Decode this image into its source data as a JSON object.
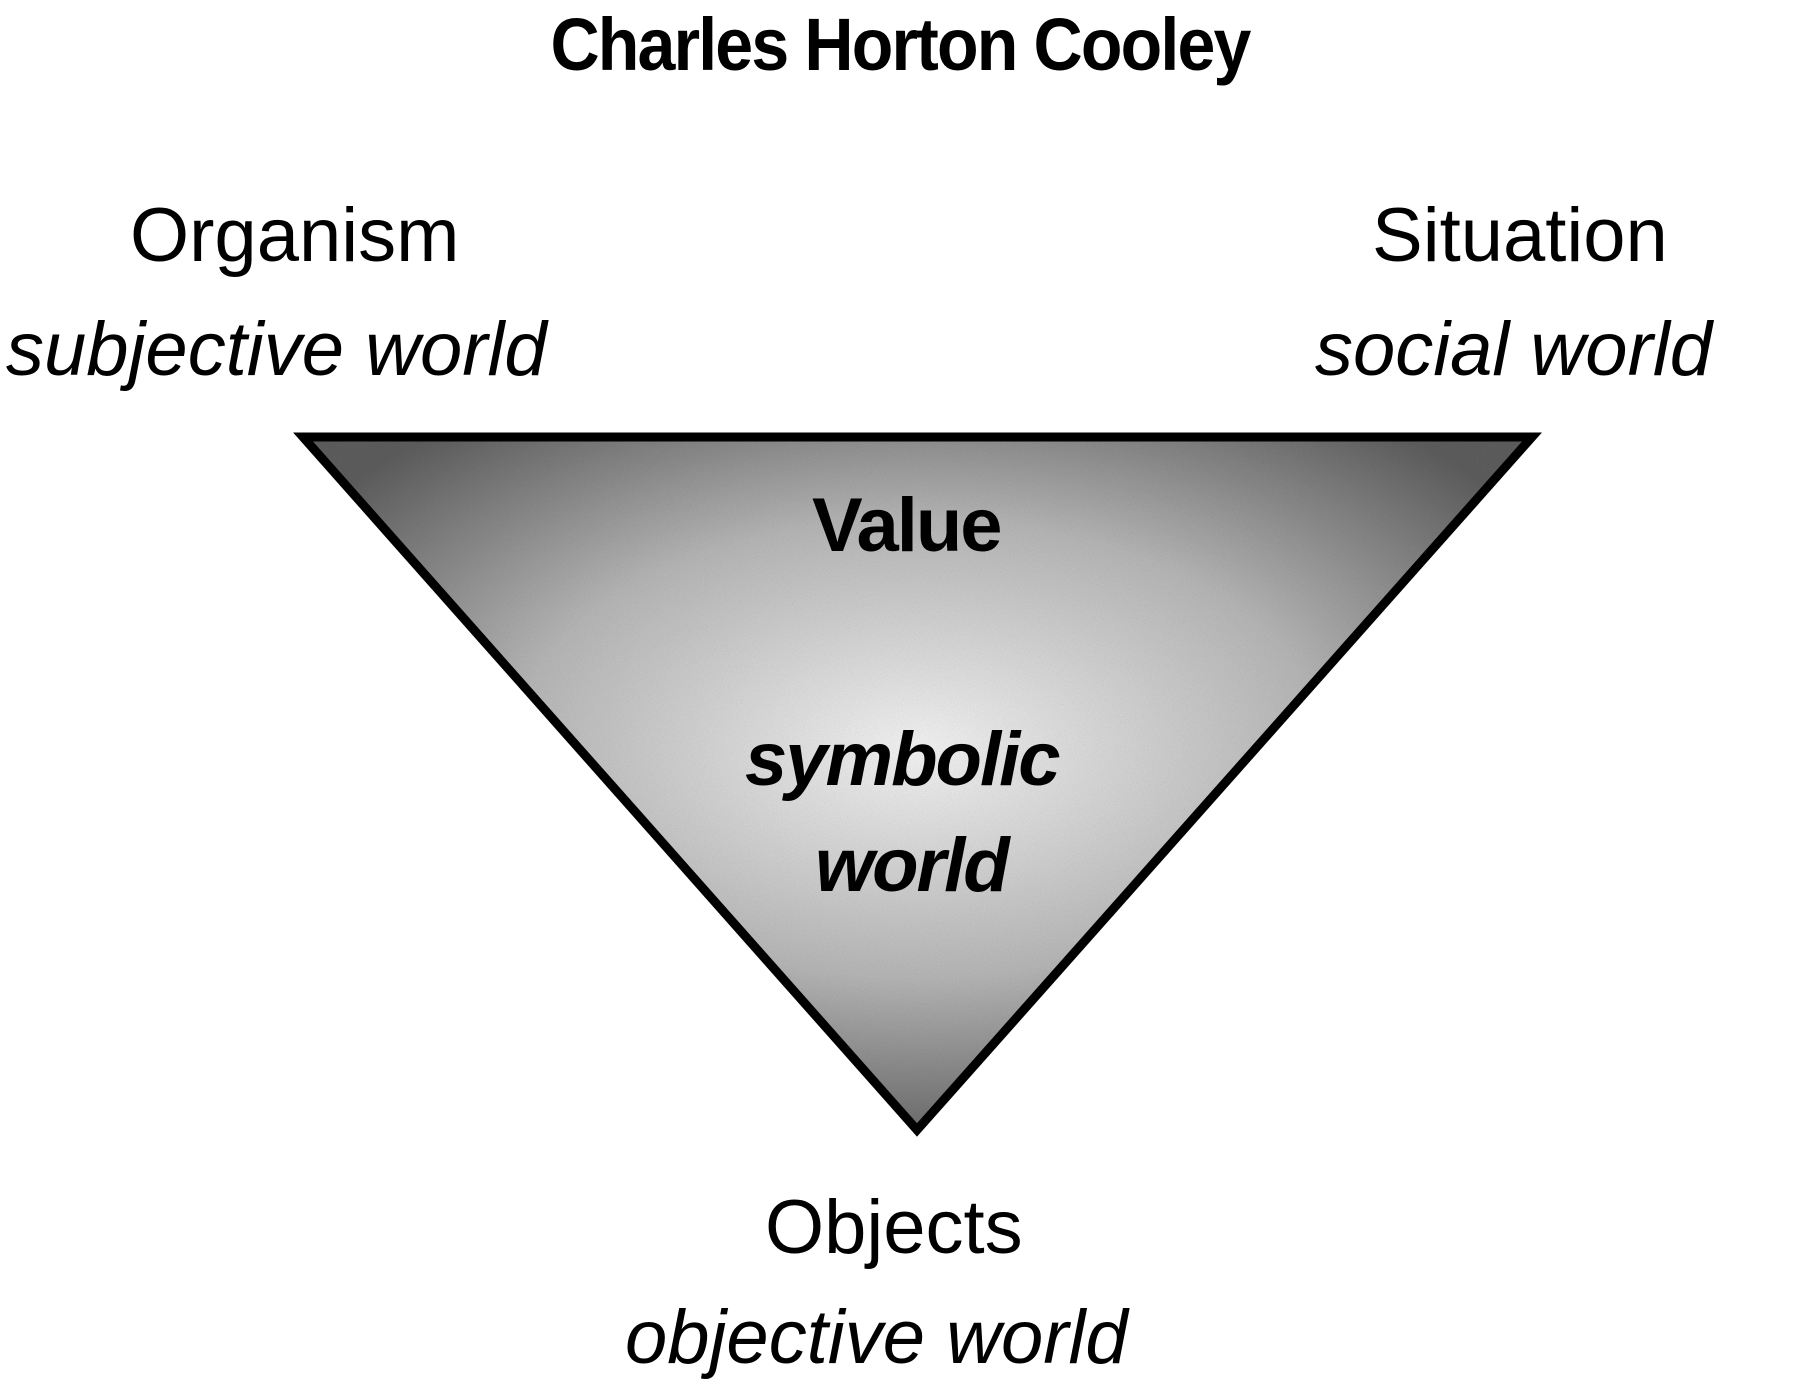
{
  "title": "Charles Horton Cooley",
  "nodes": {
    "top_left": {
      "label": "Organism",
      "sublabel": "subjective world"
    },
    "top_right": {
      "label": "Situation",
      "sublabel": "social world"
    },
    "bottom": {
      "label": "Objects",
      "sublabel": "objective world"
    },
    "center": {
      "label": "Value",
      "sublabel_line1": "symbolic",
      "sublabel_line2": "world"
    }
  },
  "colors": {
    "stroke": "#000000",
    "fill_dark": "#6a6a6a",
    "fill_light": "#f4f4f4"
  }
}
